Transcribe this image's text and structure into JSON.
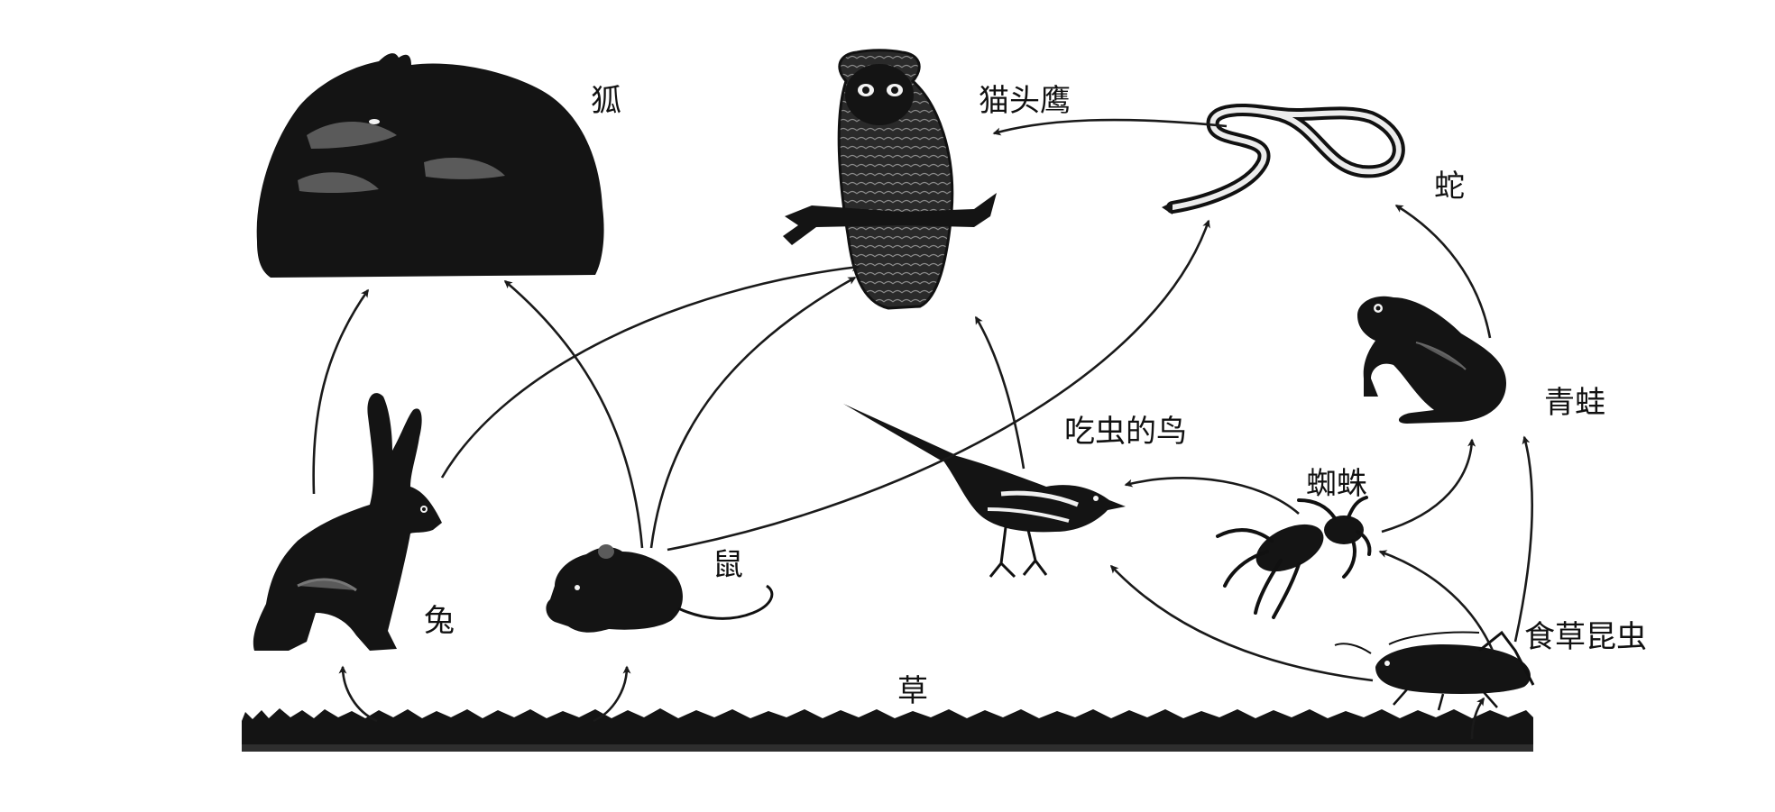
{
  "organisms": {
    "fox": {
      "label": "狐",
      "icon": "fox-icon"
    },
    "owl": {
      "label": "猫头鹰",
      "icon": "owl-icon"
    },
    "snake": {
      "label": "蛇",
      "icon": "snake-icon"
    },
    "frog": {
      "label": "青蛙",
      "icon": "frog-icon"
    },
    "insect_bird": {
      "label": "吃虫的鸟",
      "icon": "bird-icon"
    },
    "spider": {
      "label": "蜘蛛",
      "icon": "spider-icon"
    },
    "rabbit": {
      "label": "兔",
      "icon": "rabbit-icon"
    },
    "mouse": {
      "label": "鼠",
      "icon": "mouse-icon"
    },
    "herbivorous_insect": {
      "label": "食草昆虫",
      "icon": "grasshopper-icon"
    },
    "grass": {
      "label": "草",
      "icon": "grass-icon"
    }
  },
  "food_chain_links": [
    {
      "from": "草",
      "to": "兔"
    },
    {
      "from": "草",
      "to": "鼠"
    },
    {
      "from": "草",
      "to": "食草昆虫"
    },
    {
      "from": "兔",
      "to": "狐"
    },
    {
      "from": "兔",
      "to": "猫头鹰"
    },
    {
      "from": "鼠",
      "to": "狐"
    },
    {
      "from": "鼠",
      "to": "猫头鹰"
    },
    {
      "from": "鼠",
      "to": "蛇"
    },
    {
      "from": "吃虫的鸟",
      "to": "猫头鹰"
    },
    {
      "from": "蛇",
      "to": "猫头鹰"
    },
    {
      "from": "蜘蛛",
      "to": "吃虫的鸟"
    },
    {
      "from": "蜘蛛",
      "to": "青蛙"
    },
    {
      "from": "食草昆虫",
      "to": "吃虫的鸟"
    },
    {
      "from": "食草昆虫",
      "to": "蜘蛛"
    },
    {
      "from": "食草昆虫",
      "to": "青蛙"
    },
    {
      "from": "青蛙",
      "to": "蛇"
    }
  ]
}
